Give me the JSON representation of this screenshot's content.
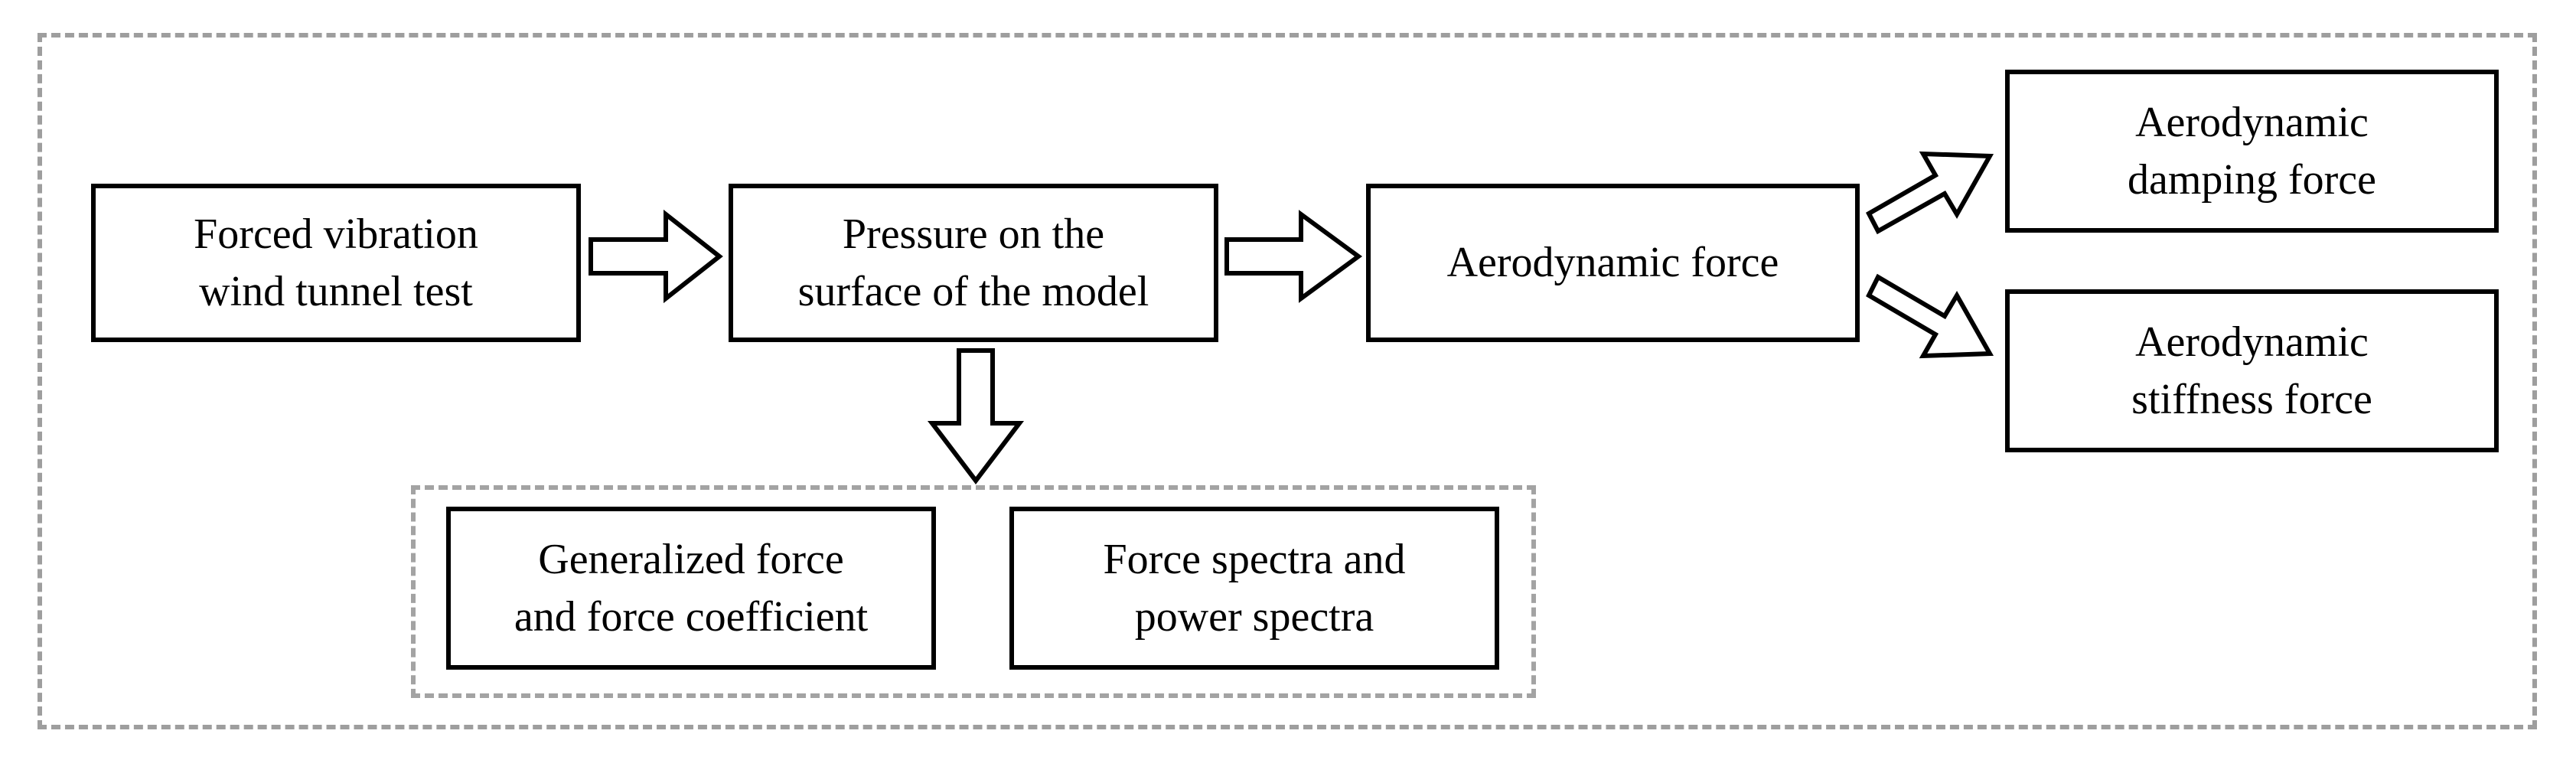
{
  "diagram": {
    "nodes": {
      "test": "Forced vibration\nwind tunnel test",
      "pressure": "Pressure on the\nsurface of the model",
      "aero_force": "Aerodynamic force",
      "damping": "Aerodynamic\ndamping force",
      "stiffness": "Aerodynamic\nstiffness force",
      "generalized": "Generalized force\nand force coefficient",
      "spectra": "Force spectra and\npower spectra"
    }
  }
}
